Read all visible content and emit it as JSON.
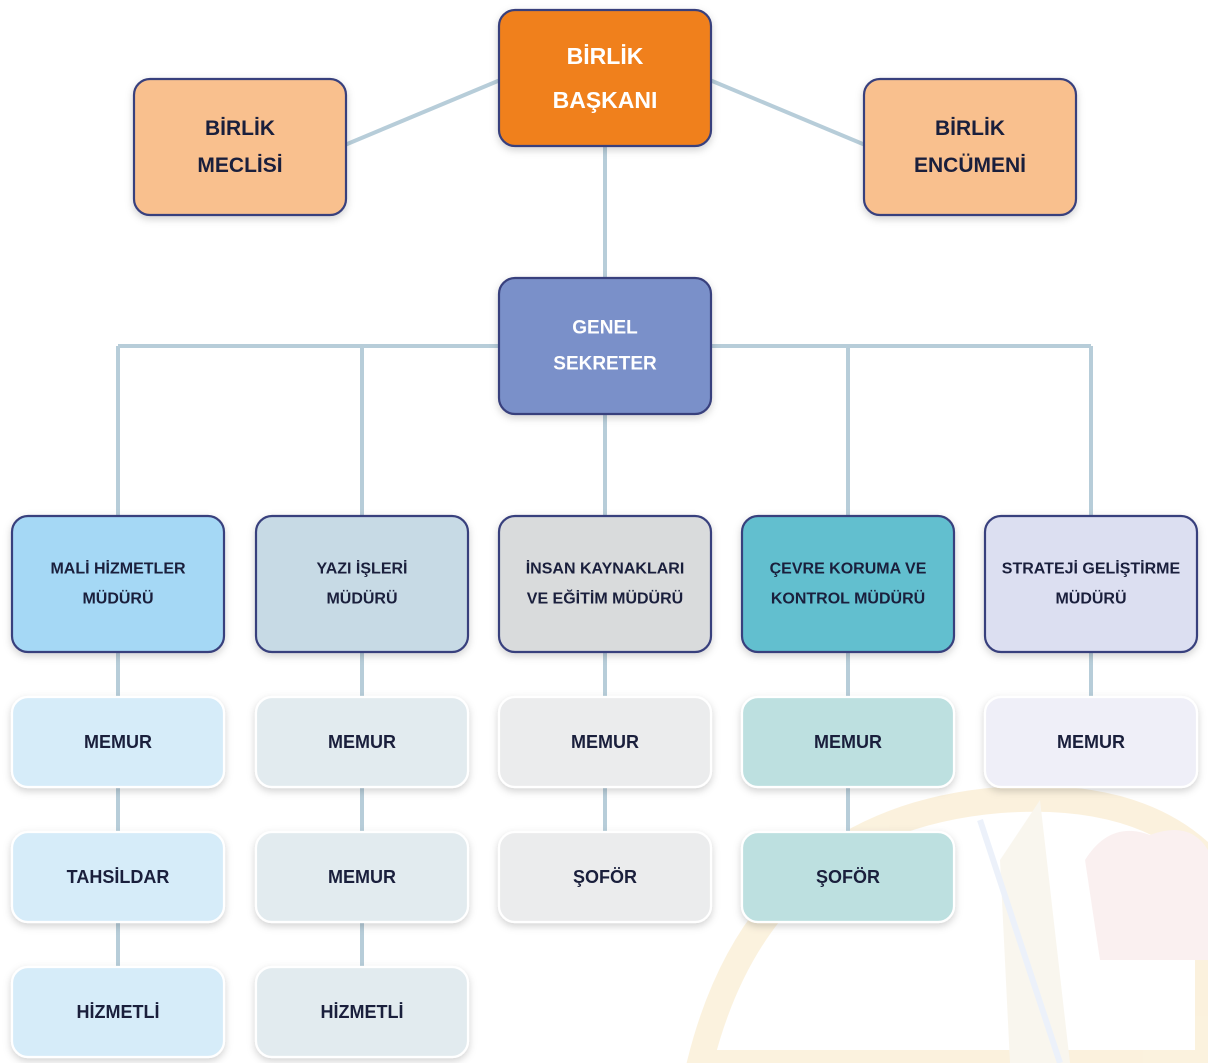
{
  "colors": {
    "connector": "#b7cdd9",
    "president_fill": "#f0801c",
    "president_stroke": "#39407d",
    "council_fill": "#f9c08e",
    "council_stroke": "#39407d",
    "secretary_fill": "#7a90c9",
    "secretary_stroke": "#39407d",
    "dept1_fill": "#a5d8f5",
    "dept1_sub_fill": "#d6ecf9",
    "dept2_fill": "#c7dae5",
    "dept2_sub_fill": "#e2ebef",
    "dept3_fill": "#d9dbdc",
    "dept3_sub_fill": "#ebeced",
    "dept4_fill": "#62bfcf",
    "dept4_sub_fill": "#bde0e0",
    "dept5_fill": "#dcdff1",
    "dept5_sub_fill": "#efeff8"
  },
  "top": {
    "president": [
      "BİRLİK",
      "BAŞKANI"
    ],
    "council": [
      "BİRLİK",
      "MECLİSİ"
    ],
    "committee": [
      "BİRLİK",
      "ENCÜMENİ"
    ]
  },
  "secretary": [
    "GENEL",
    "SEKRETER"
  ],
  "departments": [
    {
      "title": [
        "MALİ HİZMETLER",
        "MÜDÜRÜ"
      ],
      "staff": [
        "MEMUR",
        "TAHSİLDAR",
        "HİZMETLİ"
      ]
    },
    {
      "title": [
        "YAZI İŞLERİ",
        "MÜDÜRÜ"
      ],
      "staff": [
        "MEMUR",
        "MEMUR",
        "HİZMETLİ"
      ]
    },
    {
      "title": [
        "İNSAN KAYNAKLARI",
        "VE EĞİTİM MÜDÜRÜ"
      ],
      "staff": [
        "MEMUR",
        "ŞOFÖR"
      ]
    },
    {
      "title": [
        "ÇEVRE KORUMA VE",
        "KONTROL MÜDÜRÜ"
      ],
      "staff": [
        "MEMUR",
        "ŞOFÖR"
      ]
    },
    {
      "title": [
        "STRATEJİ GELİŞTİRME",
        "MÜDÜRÜ"
      ],
      "staff": [
        "MEMUR"
      ]
    }
  ]
}
